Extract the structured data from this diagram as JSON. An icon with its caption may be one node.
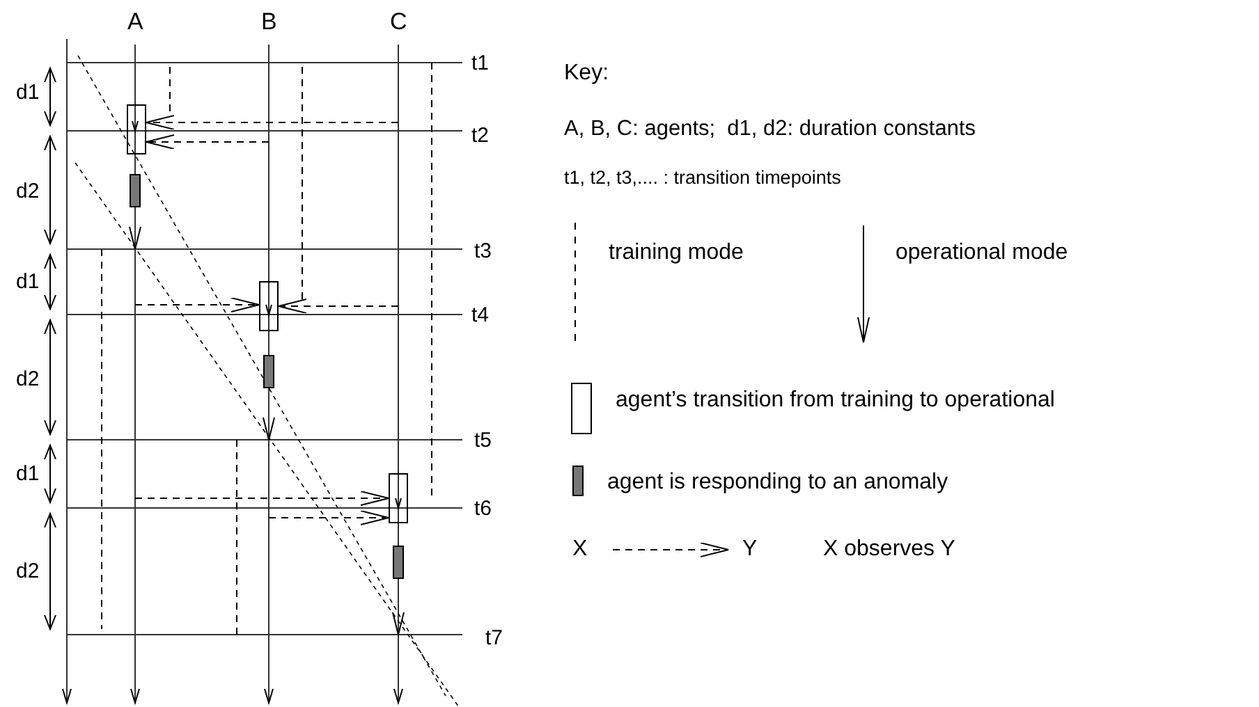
{
  "diagram": {
    "nodes": [
      {
        "text": [],
        "shape": "box"
      },
      {
        "text": [],
        "shape": "bar"
      },
      {
        "text": [],
        "shape": "box"
      },
      {
        "text": [],
        "shape": "bar"
      },
      {
        "text": [],
        "shape": "box"
      },
      {
        "text": [],
        "shape": "bar"
      }
    ],
    "edges": [
      {
        "from": null,
        "to": 0,
        "arrow": "to",
        "style": "dashed"
      },
      {
        "from": null,
        "to": 0,
        "arrow": "to",
        "style": "dashed"
      },
      {
        "from": null,
        "to": 2,
        "arrow": "to",
        "style": "dashed"
      },
      {
        "from": null,
        "to": 2,
        "arrow": "to",
        "style": "dashed"
      },
      {
        "from": null,
        "to": 4,
        "arrow": "to",
        "style": "dashed"
      },
      {
        "from": null,
        "to": 4,
        "arrow": "to",
        "style": "dashed"
      }
    ],
    "labels": [
      "A",
      "B",
      "C",
      "t1",
      "d1",
      "t2",
      "d2",
      "t3",
      "d1",
      "t4",
      "d2",
      "t5",
      "d1",
      "t6",
      "d2",
      "t7",
      "Key:",
      "A, B, C: agents;  d1, d2: duration constants",
      "t1, t2, t3,.... : transition timepoints",
      "X",
      "Y"
    ],
    "legend": [
      {
        "text": "training mode"
      },
      {
        "text": "operational mode"
      },
      {
        "text": "agent’s transition from training to operational"
      },
      {
        "text": "agent is responding to an anomaly",
        "color": "#777777"
      },
      {
        "text": "X observes Y"
      }
    ]
  }
}
